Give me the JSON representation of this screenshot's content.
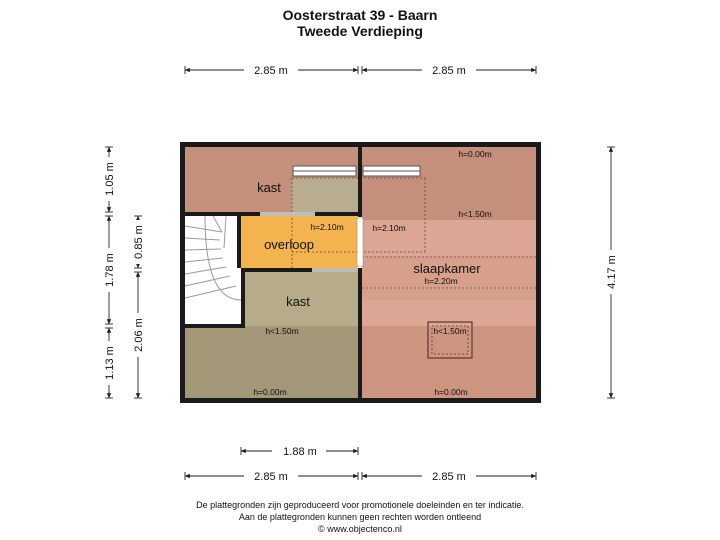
{
  "header": {
    "title": "Oosterstraat 39 - Baarn",
    "subtitle": "Tweede Verdieping"
  },
  "dimensions": {
    "top_left": "2.85 m",
    "top_right": "2.85 m",
    "bottom_inner": "1.88 m",
    "bottom_left": "2.85 m",
    "bottom_right": "2.85 m",
    "left_outer_top": "1.05 m",
    "left_outer_mid": "1.78 m",
    "left_outer_bot": "1.13 m",
    "left_inner_top": "0.85 m",
    "left_inner_bot": "2.06 m",
    "right": "4.17 m"
  },
  "rooms": {
    "kast_top": "kast",
    "overloop": "overloop",
    "kast_bottom": "kast",
    "slaapkamer": "slaapkamer"
  },
  "heights": {
    "h_top_right": "h=0.00m",
    "h_lt150_right_top": "h<1.50m",
    "h_210_overloop": "h=2.10m",
    "h_210_right": "h=2.10m",
    "h_220": "h=2.20m",
    "h_lt150_skylight": "h<1.50m",
    "h_lt150_left": "h<1.50m",
    "h_000_left": "h=0.00m",
    "h_000_right": "h=0.00m"
  },
  "colors": {
    "wall": "#1a1a1a",
    "low_zone": "#c48f7b",
    "mid_zone": "#d29c88",
    "high_zone": "#dba694",
    "kast_top": "#b8ae8f",
    "overloop": "#f3b44f",
    "kast_bottom": "#b7ac8a",
    "kast_bottom_low": "#a29777"
  },
  "disclaimer": {
    "line1": "De plattegronden zijn geproduceerd voor promotionele doeleinden en ter indicatie.",
    "line2": "Aan de plattegronden kunnen geen rechten worden ontleend",
    "line3": "© www.objectenco.nl"
  }
}
